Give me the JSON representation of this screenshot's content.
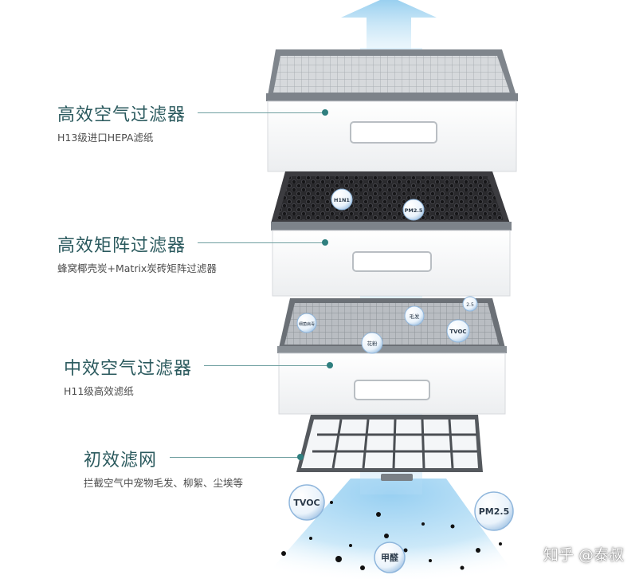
{
  "filters": [
    {
      "title": "高效空气过滤器",
      "subtitle": "H13级进口HEPA滤纸"
    },
    {
      "title": "高效矩阵过滤器",
      "subtitle": "蜂窝椰壳炭+Matrix炭砖矩阵过滤器"
    },
    {
      "title": "中效空气过滤器",
      "subtitle": "H11级高效滤纸"
    },
    {
      "title": "初效滤网",
      "subtitle": "拦截空气中宠物毛发、柳絮、尘埃等"
    }
  ],
  "tray2_bubbles": [
    "H1N1",
    "PM2.5"
  ],
  "tray3_bubbles": [
    "细菌病毒",
    "毛发",
    "TVOC",
    "花粉",
    "2.5"
  ],
  "bottom_bubbles": [
    "TVOC",
    "PM2.5",
    "甲醛"
  ],
  "watermark": "知乎 @泰叔",
  "colors": {
    "label": "#2b5a5e",
    "leader": "#2f7f7f",
    "airflow": "#9fd3ef",
    "frame": "#6d737a"
  }
}
